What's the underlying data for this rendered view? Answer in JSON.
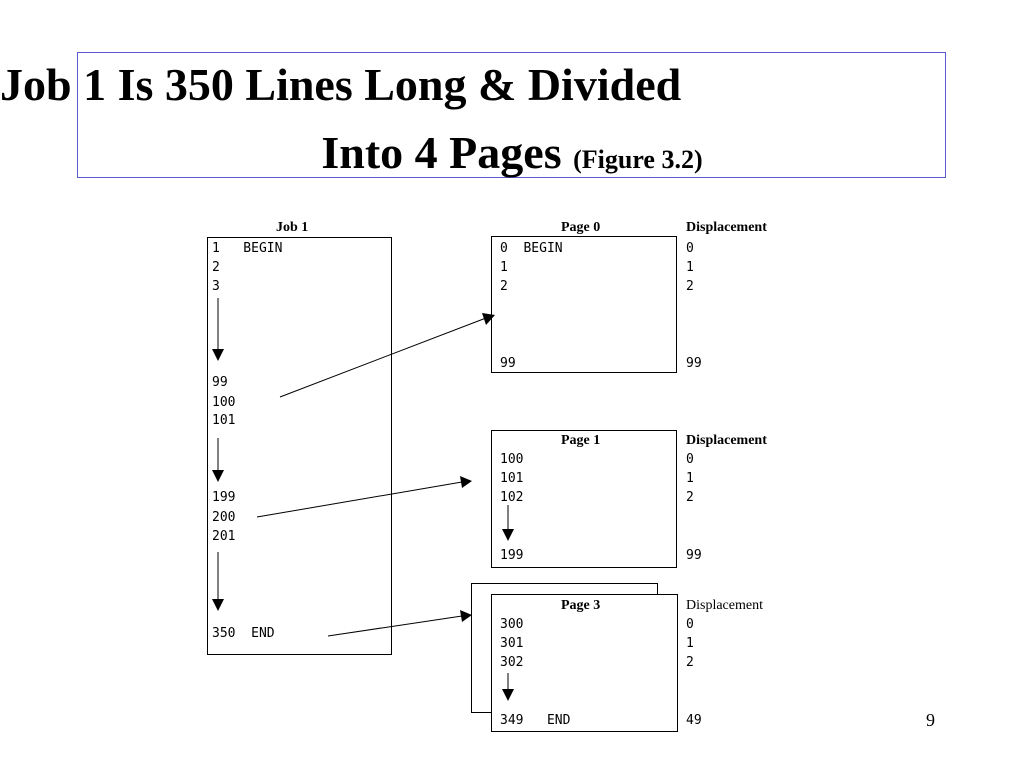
{
  "title": {
    "line1": "Job 1 Is 350 Lines Long & Divided",
    "line2": "Into 4 Pages",
    "figure": "(Figure 3.2)"
  },
  "job": {
    "header": "Job 1",
    "lines": [
      "1   BEGIN",
      "2",
      "3",
      "99",
      "100",
      "101",
      "199",
      "200",
      "201",
      "350  END"
    ]
  },
  "pages": [
    {
      "header": "Page 0",
      "displacement_header": "Displacement",
      "lines": [
        "0  BEGIN",
        "1",
        "2",
        "99"
      ],
      "displacements": [
        "0",
        "1",
        "2",
        "99"
      ]
    },
    {
      "header": "Page 1",
      "displacement_header": "Displacement",
      "lines": [
        "100",
        "101",
        "102",
        "199"
      ],
      "displacements": [
        "0",
        "1",
        "2",
        "99"
      ]
    },
    {
      "header": "Page 3",
      "displacement_header": "Displacement",
      "lines": [
        "300",
        "301",
        "302",
        "349   END"
      ],
      "displacements": [
        "0",
        "1",
        "2",
        "49"
      ]
    }
  ],
  "slide_number": "9"
}
